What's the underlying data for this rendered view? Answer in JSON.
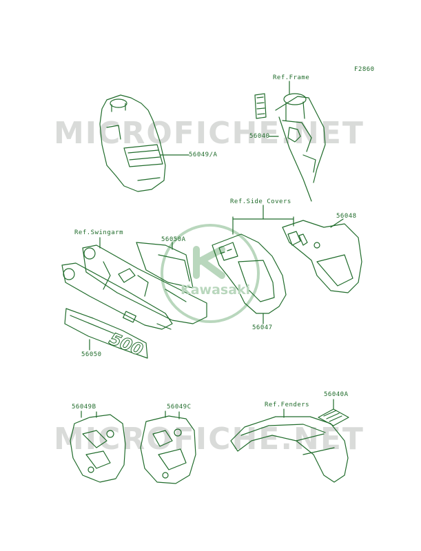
{
  "figure_code": "F2860",
  "watermark": {
    "text": "MICROFICHE.NET"
  },
  "logo": {
    "text": "Kawasaki",
    "color": "#b9d7bd"
  },
  "colors": {
    "line": "#1f6b2a",
    "watermark": "#d9dbd9"
  },
  "references": {
    "frame": "Ref.Frame",
    "side_covers": "Ref.Side Covers",
    "swingarm": "Ref.Swingarm",
    "fenders": "Ref.Fenders"
  },
  "parts": {
    "p56049A": "56049/A",
    "p56040": "56040",
    "p56048": "56048",
    "p56050A": "56050A",
    "p56047": "56047",
    "p56050": "56050",
    "p56049B": "56049B",
    "p56049C": "56049C",
    "p56040A": "56040A"
  },
  "decal_text": {
    "model": "500"
  }
}
